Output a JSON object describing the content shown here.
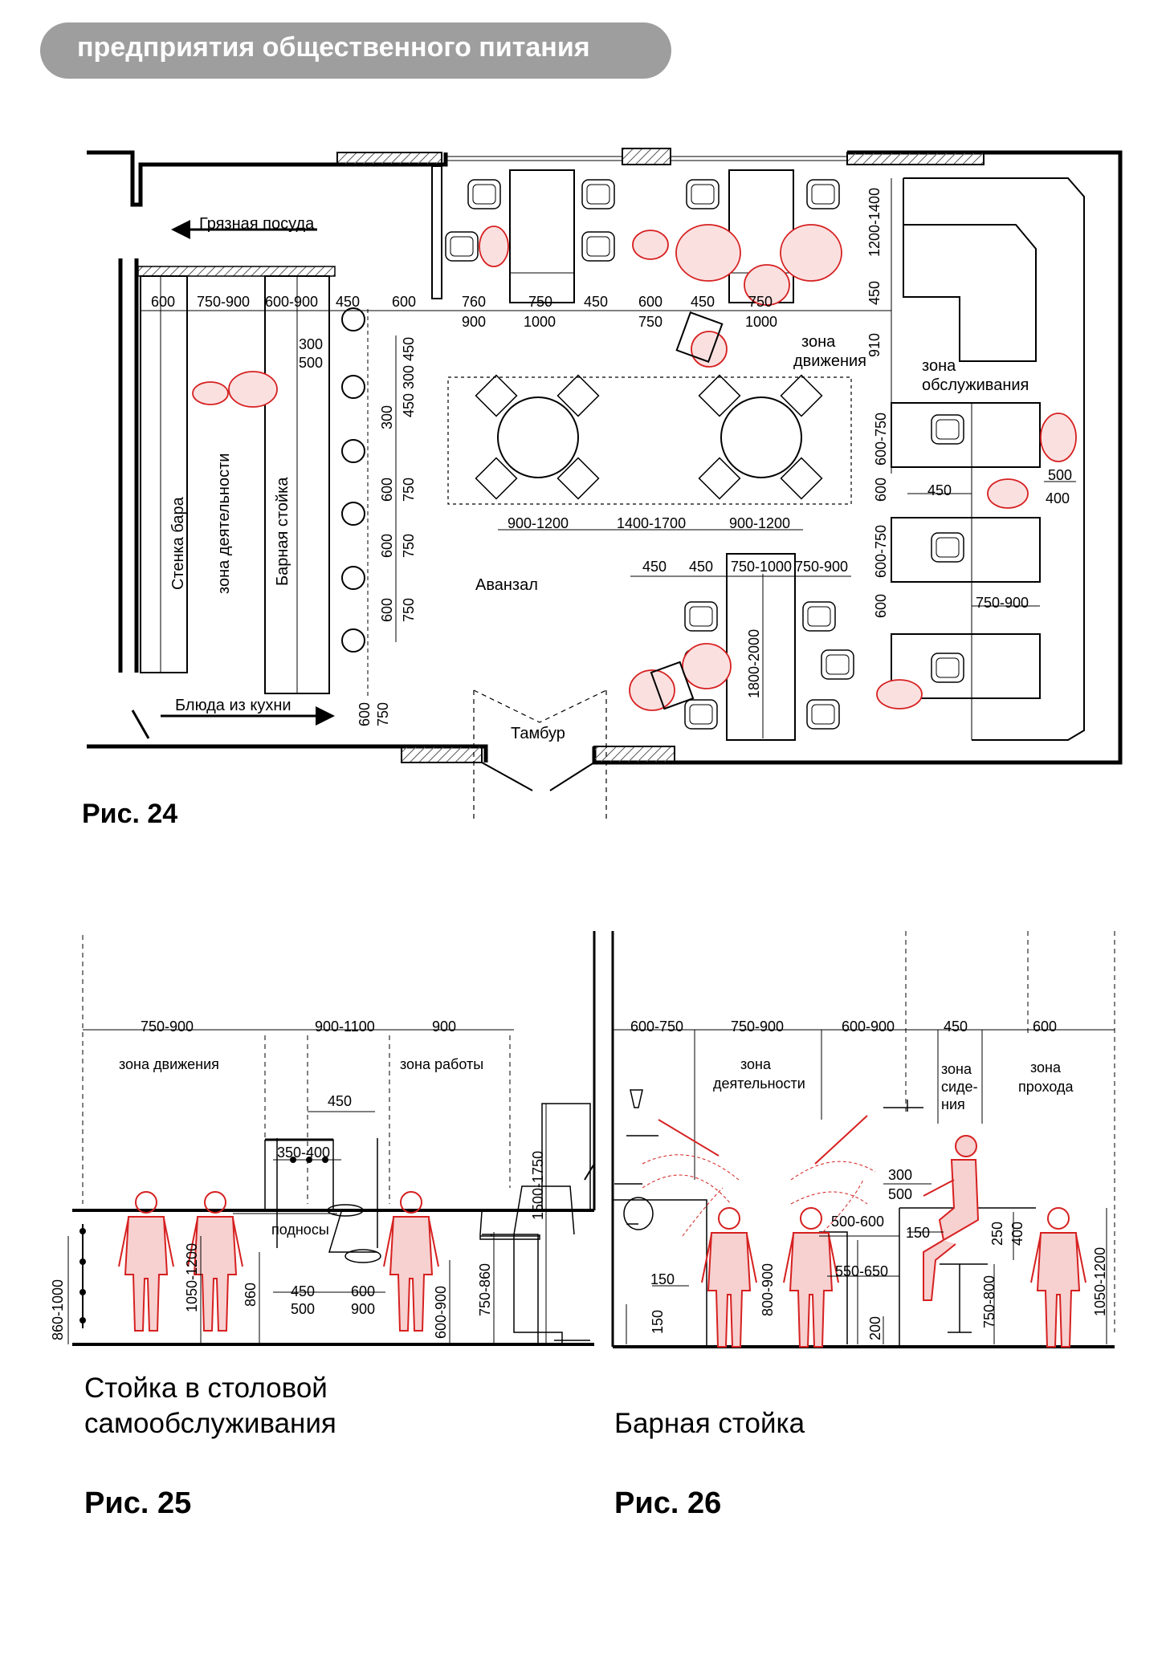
{
  "header": {
    "title": "предприятия общественного питания"
  },
  "fig24": {
    "caption": "Рис. 24",
    "labels": {
      "dirty_dishes": "Грязная посуда",
      "kitchen_dishes": "Блюда из кухни",
      "bar_wall": "Стенка бара",
      "activity_zone": "зона деятельности",
      "bar_counter": "Барная стойка",
      "avanzal": "Аванзал",
      "tambur": "Тамбур",
      "movement_zone_1": "зона",
      "movement_zone_2": "движения",
      "service_zone_1": "зона",
      "service_zone_2": "обслуживания"
    },
    "dims": {
      "d600a": "600",
      "d750_900": "750-900",
      "d600_900": "600-900",
      "d450a": "450",
      "d600b": "600",
      "d760": "760",
      "d900": "900",
      "d750a": "750",
      "d1000a": "1000",
      "d450b": "450",
      "d600c": "600",
      "d750b": "750",
      "d450c": "450",
      "d750c": "750",
      "d1000b": "1000",
      "d1200_1400": "1200-1400",
      "d450v": "450",
      "d910": "910",
      "d300a": "300",
      "d500a": "500",
      "d450_300_450": "450 300 450",
      "d300b": "300",
      "v600a": "600",
      "v750a": "750",
      "v600b": "600",
      "v750b": "750",
      "v600c": "600",
      "v750c": "750",
      "v600d": "600",
      "v750d": "750",
      "d900_1200a": "900-1200",
      "d1400_1700": "1400-1700",
      "d900_1200b": "900-1200",
      "d450d": "450",
      "d450e": "450",
      "d750_1000": "750-1000",
      "d750_900b": "750-900",
      "d1800_2000": "1800-2000",
      "v600_750a": "600-750",
      "v600e": "600",
      "v600_750b": "600-750",
      "v600f": "600",
      "d450f": "450",
      "d500": "500",
      "d400": "400",
      "d750_900c": "750-900"
    }
  },
  "fig25": {
    "caption": "Рис. 25",
    "title_line1": "Стойка в столовой",
    "title_line2": "самообслуживания",
    "labels": {
      "movement_zone": "зона движения",
      "work_zone": "зона работы",
      "trays": "подносы"
    },
    "dims": {
      "top1": "750-900",
      "top2": "900-1100",
      "top3": "900",
      "d450a": "450",
      "d350_400": "350-400",
      "d860_1000": "860-1000",
      "d1050_1200": "1050-1200",
      "d860": "860",
      "d450b": "450",
      "d500": "500",
      "d600": "600",
      "d900": "900",
      "d600_900": "600-900",
      "d750_860": "750-860",
      "d1500_1750": "1500-1750"
    }
  },
  "fig26": {
    "caption": "Рис. 26",
    "title": "Барная стойка",
    "labels": {
      "activity_1": "зона",
      "activity_2": "деятельности",
      "sitting_1": "зона",
      "sitting_2": "сиде-",
      "sitting_3": "ния",
      "passage_1": "зона",
      "passage_2": "прохода"
    },
    "dims": {
      "top1": "600-750",
      "top2": "750-900",
      "top3": "600-900",
      "top4": "450",
      "top5": "600",
      "d300": "300",
      "d500": "500",
      "d500_600": "500-600",
      "d150a": "150",
      "d250": "250",
      "d400": "400",
      "d550_650": "550-650",
      "d150b": "150",
      "d150c": "150",
      "d800_900": "800-900",
      "d200": "200",
      "d750_800": "750-800",
      "d1050_1200": "1050-1200"
    }
  },
  "colors": {
    "ink": "#000000",
    "figure": "#d62020",
    "hatch": "#555555",
    "header_bg": "#9e9e9e"
  }
}
